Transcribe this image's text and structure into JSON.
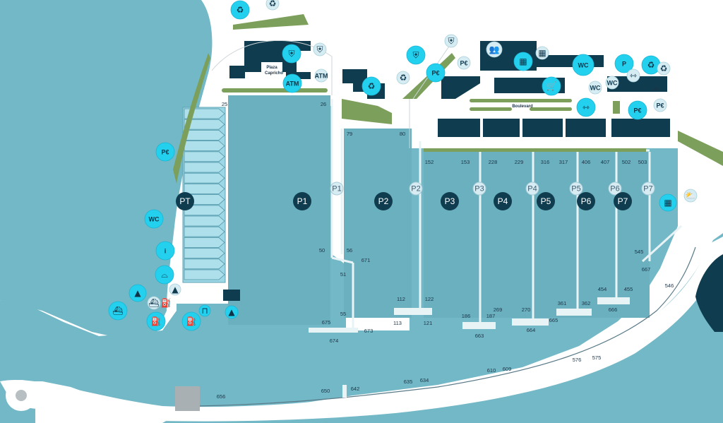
{
  "places": {
    "plaza_line1": "Plaza",
    "plaza_line2": "Capricho",
    "boulevard": "Boulevard",
    "small_sign": "WC"
  },
  "pier_markers": [
    {
      "label": "PT",
      "kind": "dark"
    },
    {
      "label": "P1",
      "kind": "dark"
    },
    {
      "label": "P1",
      "kind": "light"
    },
    {
      "label": "P2",
      "kind": "dark"
    },
    {
      "label": "P2",
      "kind": "light"
    },
    {
      "label": "P3",
      "kind": "dark"
    },
    {
      "label": "P3",
      "kind": "light"
    },
    {
      "label": "P4",
      "kind": "dark"
    },
    {
      "label": "P4",
      "kind": "light"
    },
    {
      "label": "P5",
      "kind": "dark"
    },
    {
      "label": "P5",
      "kind": "light"
    },
    {
      "label": "P6",
      "kind": "dark"
    },
    {
      "label": "P6",
      "kind": "light"
    },
    {
      "label": "P7",
      "kind": "dark"
    },
    {
      "label": "P7",
      "kind": "light"
    }
  ],
  "berth_numbers": [
    "25",
    "26",
    "50",
    "79",
    "80",
    "56",
    "51",
    "55",
    "675",
    "674",
    "673",
    "671",
    "152",
    "153",
    "112",
    "122",
    "113",
    "121",
    "186",
    "187",
    "663",
    "228",
    "229",
    "269",
    "270",
    "664",
    "316",
    "317",
    "361",
    "362",
    "665",
    "406",
    "407",
    "454",
    "455",
    "666",
    "502",
    "503",
    "545",
    "667",
    "546",
    "656",
    "650",
    "642",
    "635",
    "634",
    "610",
    "609",
    "576",
    "575"
  ],
  "service_icons": [
    {
      "name": "recycling-icon",
      "label": "♻",
      "style": "cyan"
    },
    {
      "name": "recycling-icon",
      "label": "♻",
      "style": "light"
    },
    {
      "name": "security-shield-icon",
      "label": "⛨",
      "style": "cyan"
    },
    {
      "name": "security-shield-icon",
      "label": "⛨",
      "style": "light"
    },
    {
      "name": "atm-icon",
      "label": "ATM",
      "style": "cyan"
    },
    {
      "name": "atm-icon",
      "label": "ATM",
      "style": "light"
    },
    {
      "name": "recycling-icon",
      "label": "♻",
      "style": "cyan"
    },
    {
      "name": "recycling-icon",
      "label": "♻",
      "style": "light"
    },
    {
      "name": "security-shield-icon",
      "label": "⛨",
      "style": "cyan"
    },
    {
      "name": "security-shield-icon",
      "label": "⛨",
      "style": "light"
    },
    {
      "name": "paid-parking-icon",
      "label": "P€",
      "style": "cyan"
    },
    {
      "name": "paid-parking-icon",
      "label": "P€",
      "style": "light"
    },
    {
      "name": "group-people-icon",
      "label": "👥",
      "style": "light"
    },
    {
      "name": "boxes-storage-icon",
      "label": "▦",
      "style": "cyan"
    },
    {
      "name": "boxes-storage-icon",
      "label": "▦",
      "style": "light"
    },
    {
      "name": "shower-wc-icon",
      "label": "WC",
      "style": "cyan"
    },
    {
      "name": "shopping-cart-icon",
      "label": "🛒",
      "style": "cyan"
    },
    {
      "name": "restroom-wc-icon",
      "label": "WC",
      "style": "light"
    },
    {
      "name": "restroom-wc-icon",
      "label": "WC",
      "style": "light"
    },
    {
      "name": "parking-icon",
      "label": "P",
      "style": "cyan"
    },
    {
      "name": "gym-dumbbell-icon",
      "label": "⇿",
      "style": "light"
    },
    {
      "name": "recycling-icon",
      "label": "♻",
      "style": "cyan"
    },
    {
      "name": "recycling-icon",
      "label": "♻",
      "style": "light"
    },
    {
      "name": "gym-dumbbell-icon",
      "label": "⇿",
      "style": "cyan"
    },
    {
      "name": "paid-parking-icon",
      "label": "P€",
      "style": "cyan"
    },
    {
      "name": "paid-parking-icon",
      "label": "P€",
      "style": "light"
    },
    {
      "name": "paid-parking-icon",
      "label": "P€",
      "style": "cyan"
    },
    {
      "name": "restroom-wc-icon",
      "label": "WC",
      "style": "cyan"
    },
    {
      "name": "information-icon",
      "label": "i",
      "style": "cyan"
    },
    {
      "name": "harbour-master-cap-icon",
      "label": "⌓",
      "style": "cyan"
    },
    {
      "name": "lighthouse-icon",
      "label": "▲",
      "style": "cyan"
    },
    {
      "name": "lighthouse-icon",
      "label": "▲",
      "style": "light"
    },
    {
      "name": "boat-pumpout-icon",
      "label": "⛴",
      "style": "cyan"
    },
    {
      "name": "boat-pumpout-icon",
      "label": "⛴",
      "style": "light"
    },
    {
      "name": "gas-station-icon",
      "label": "⛽",
      "style": "cyan"
    },
    {
      "name": "gas-station-icon",
      "label": "⛽",
      "style": "light"
    },
    {
      "name": "fuel-pump-icon",
      "label": "⛽",
      "style": "cyan"
    },
    {
      "name": "travel-lift-icon",
      "label": "⊓",
      "style": "cyan"
    },
    {
      "name": "lighthouse-icon",
      "label": "▲",
      "style": "cyan"
    },
    {
      "name": "boxes-storage-icon",
      "label": "▦",
      "style": "cyan"
    },
    {
      "name": "weather-icon",
      "label": "⛅",
      "style": "light"
    }
  ]
}
